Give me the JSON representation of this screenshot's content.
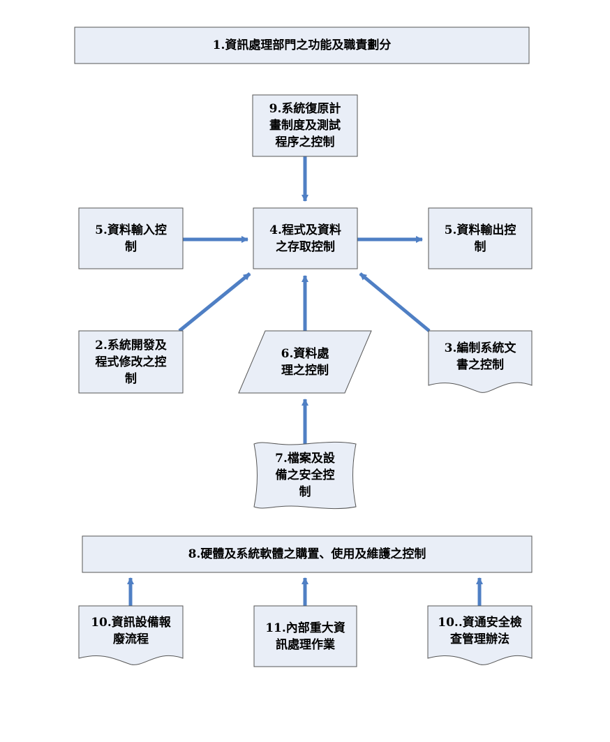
{
  "colors": {
    "box_fill": "#e9eef7",
    "box_border": "#555555",
    "arrow": "#4f7fc4",
    "text": "#000000"
  },
  "nodes": {
    "n1": {
      "text": "1.資訊處理部門之功能及職責劃分",
      "shape": "rectangle"
    },
    "n9": {
      "text": "9.系統復原計\n畫制度及測試\n程序之控制",
      "shape": "rectangle"
    },
    "n5_input": {
      "text": "5.資料輸入控\n制",
      "shape": "rectangle"
    },
    "n4": {
      "text": "4.程式及資料\n之存取控制",
      "shape": "rectangle"
    },
    "n5_output": {
      "text": "5.資料輸出控\n制",
      "shape": "rectangle"
    },
    "n2": {
      "text": "2.系統開發及\n程式修改之控\n制",
      "shape": "rectangle"
    },
    "n6": {
      "text": "6.資料處\n理之控制",
      "shape": "parallelogram"
    },
    "n3": {
      "text": "3.編制系統文\n書之控制",
      "shape": "document"
    },
    "n7": {
      "text": "7.檔案及設\n備之安全控\n制",
      "shape": "tape"
    },
    "n8": {
      "text": "8.硬體及系統軟體之購置、使用及維護之控制",
      "shape": "rectangle"
    },
    "n10a": {
      "text": "10.資訊設備報\n廢流程",
      "shape": "document"
    },
    "n11": {
      "text": "11.內部重大資\n訊處理作業",
      "shape": "rectangle"
    },
    "n10b": {
      "text": "10..資通安全檢\n查管理辦法",
      "shape": "document"
    }
  },
  "edges": [
    {
      "from": "n9",
      "to": "n4"
    },
    {
      "from": "n5_input",
      "to": "n4"
    },
    {
      "from": "n4",
      "to": "n5_output"
    },
    {
      "from": "n2",
      "to": "n4"
    },
    {
      "from": "n6",
      "to": "n4"
    },
    {
      "from": "n3",
      "to": "n4"
    },
    {
      "from": "n7",
      "to": "n6"
    },
    {
      "from": "n10a",
      "to": "n8"
    },
    {
      "from": "n11",
      "to": "n8"
    },
    {
      "from": "n10b",
      "to": "n8"
    }
  ]
}
